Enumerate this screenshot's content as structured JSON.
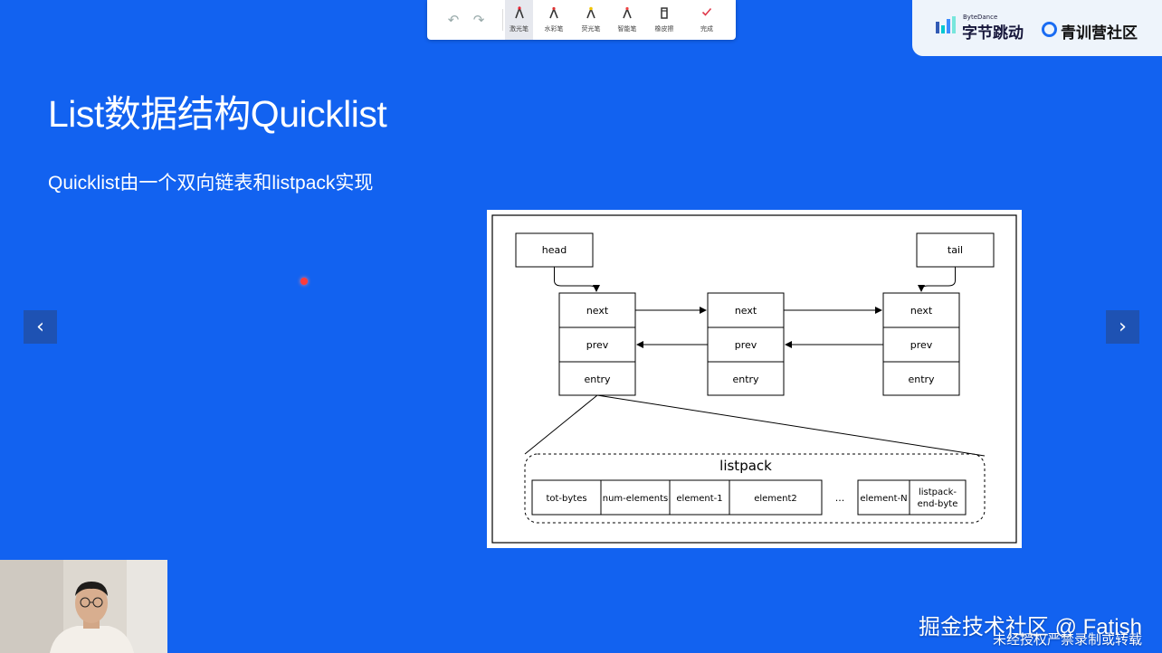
{
  "toolbar": {
    "undo_icon": "undo-icon",
    "redo_icon": "redo-icon",
    "tools": [
      {
        "label": "激光笔",
        "icon": "laser-pen-icon",
        "active": true
      },
      {
        "label": "水彩笔",
        "icon": "watercolor-pen-icon"
      },
      {
        "label": "荧光笔",
        "icon": "highlighter-icon"
      },
      {
        "label": "智能笔",
        "icon": "smart-pen-icon"
      },
      {
        "label": "橡皮擦",
        "icon": "eraser-icon"
      },
      {
        "label": "完成",
        "icon": "check-icon"
      }
    ]
  },
  "brand": {
    "bytedance_small": "ByteDance",
    "bytedance_name": "字节跳动",
    "community": "青训营社区"
  },
  "slide": {
    "title": "List数据结构Quicklist",
    "subtitle": "Quicklist由一个双向链表和listpack实现"
  },
  "diagram": {
    "head": "head",
    "tail": "tail",
    "node_fields": [
      "next",
      "prev",
      "entry"
    ],
    "listpack_title": "listpack",
    "listpack_cells": [
      "tot-bytes",
      "num-elements",
      "element-1",
      "element2",
      "...",
      "element-N",
      "listpack-",
      "end-byte"
    ]
  },
  "nav": {
    "prev_icon": "chevron-left-icon",
    "next_icon": "chevron-right-icon"
  },
  "watermark": {
    "line1": "掘金技术社区 @ Fatish",
    "line2": "未经授权严禁录制或转载"
  },
  "colors": {
    "slide_bg": "#1262f0",
    "brand_blue": "#1a6cf2",
    "laser": "#ff3b3b"
  }
}
